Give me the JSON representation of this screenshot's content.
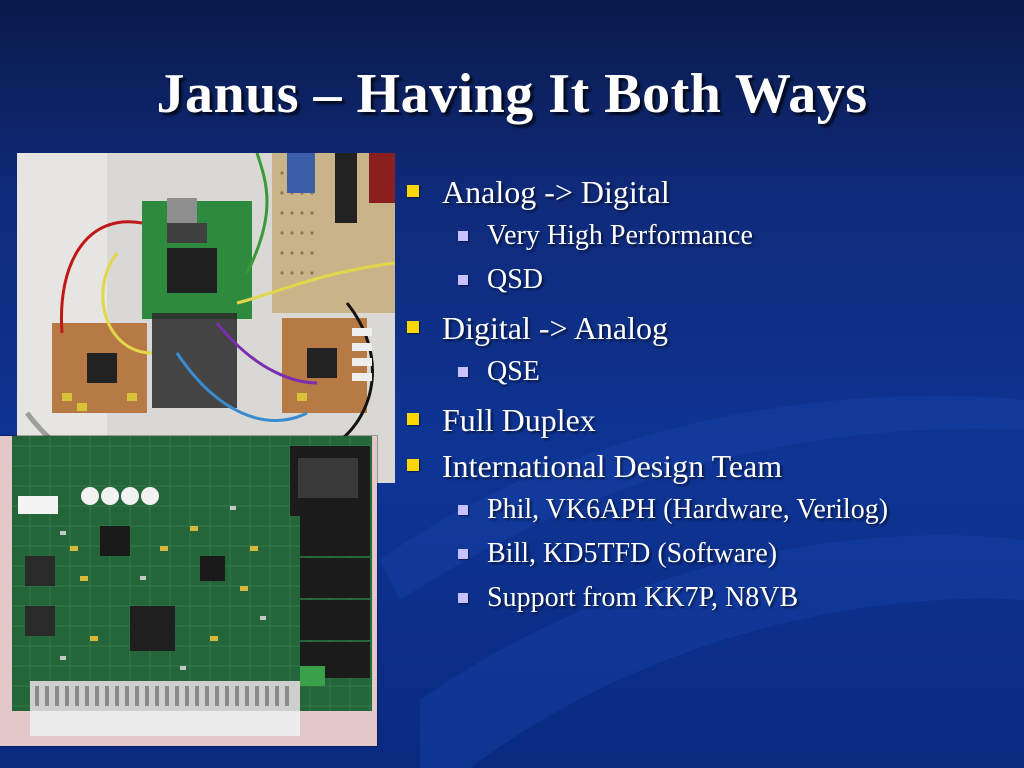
{
  "slide": {
    "title": "Janus – Having It Both Ways",
    "images": {
      "top_photo": "janus-prototype-breadboard-photo",
      "bottom_photo": "janus-pcb-board-photo"
    },
    "bullets": [
      {
        "text": "Analog -> Digital",
        "children": [
          "Very High Performance",
          "QSD"
        ]
      },
      {
        "text": "Digital -> Analog",
        "children": [
          "QSE"
        ]
      },
      {
        "text": "Full Duplex",
        "children": []
      },
      {
        "text": "International Design Team",
        "children": [
          "Phil, VK6APH (Hardware, Verilog)",
          "Bill, KD5TFD (Software)",
          "Support from KK7P, N8VB"
        ]
      }
    ],
    "colors": {
      "background": "#0e3494",
      "title_text": "#ffffff",
      "bullet_level1": "#ffd700",
      "bullet_level2": "#c8c0ff"
    }
  }
}
